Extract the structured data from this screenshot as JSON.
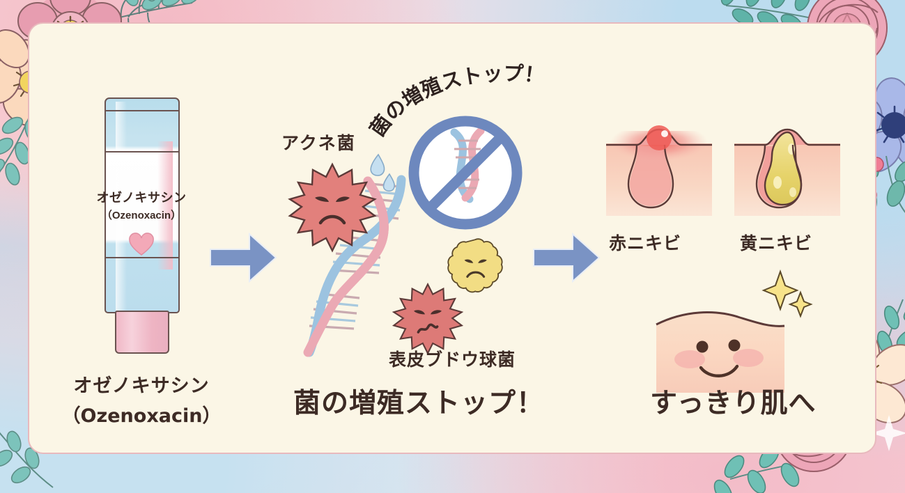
{
  "theme": {
    "background_gradient_pink": "#f6d7da",
    "background_gradient_blue": "#dfe9f2",
    "card_bg": "#fbf6e6",
    "card_border": "#e8b9bd",
    "text_dark": "#3d2b25",
    "arrow_blue": "#7a93c4",
    "highlight_pink": "#f2c4ce",
    "germ_red": "#e07b77",
    "germ_yellow": "#f2dd84",
    "prohibition_blue": "#6d88be",
    "dna_pink": "#f0a9b4",
    "dna_blue": "#9cc3e0",
    "skin_pink": "#f6cfc4",
    "acne_red": "#e8615e",
    "acne_yellow": "#e3d06a",
    "sparkle_yellow": "#f7e38a"
  },
  "step1": {
    "tube": {
      "label_line1": "オゼノキサシン",
      "label_line2": "（Ozenoxacin）",
      "heart_icon": "heart-icon"
    },
    "caption_line1": "オゼノキサシン",
    "caption_line2": "（Ozenoxacin）"
  },
  "step2": {
    "curved_text": "菌の増殖ストップ！",
    "curved_chars": [
      "菌",
      "の",
      "増",
      "殖",
      "ス",
      "ト",
      "ッ",
      "プ",
      "！"
    ],
    "label_acne_germ": "アクネ菌",
    "label_staph_germ": "表皮ブドウ球菌",
    "headline": "菌の増殖ストップ！",
    "icons": {
      "prohibition": "prohibition-sign-icon",
      "dna": "dna-helix-icon",
      "germ_red_large": "angry-red-germ-icon",
      "germ_red_small": "angry-red-germ-icon",
      "germ_yellow": "angry-yellow-germ-icon",
      "sweat": "sweat-drop-icon"
    }
  },
  "step3": {
    "panels": [
      {
        "caption": "赤ニキビ",
        "type": "red-acne-cross-section"
      },
      {
        "caption": "黄ニキビ",
        "type": "yellow-acne-cross-section"
      }
    ],
    "result_caption": "すっきり肌へ",
    "icons": {
      "clear_skin": "smiling-skin-icon",
      "sparkle_large": "sparkle-icon",
      "sparkle_small": "sparkle-icon"
    }
  },
  "arrows": [
    {
      "name": "arrow-step1-to-step2"
    },
    {
      "name": "arrow-step2-to-step3"
    }
  ],
  "decorations": {
    "corners": [
      {
        "name": "floral-corner-top-left",
        "flowers": [
          "pink-rose-flower",
          "peach-cosmos-flower",
          "teal-leaf-sprig"
        ]
      },
      {
        "name": "floral-corner-top-right",
        "flowers": [
          "pink-rose-flower",
          "blue-anemone-flower",
          "teal-leaf-sprig",
          "pink-berries"
        ]
      },
      {
        "name": "floral-corner-bottom-right",
        "flowers": [
          "pink-rose-flower",
          "cream-cosmos-flower",
          "teal-leaf-sprig"
        ]
      },
      {
        "name": "floral-corner-bottom-left",
        "flowers": [
          "teal-leaf-sprig"
        ]
      }
    ]
  }
}
